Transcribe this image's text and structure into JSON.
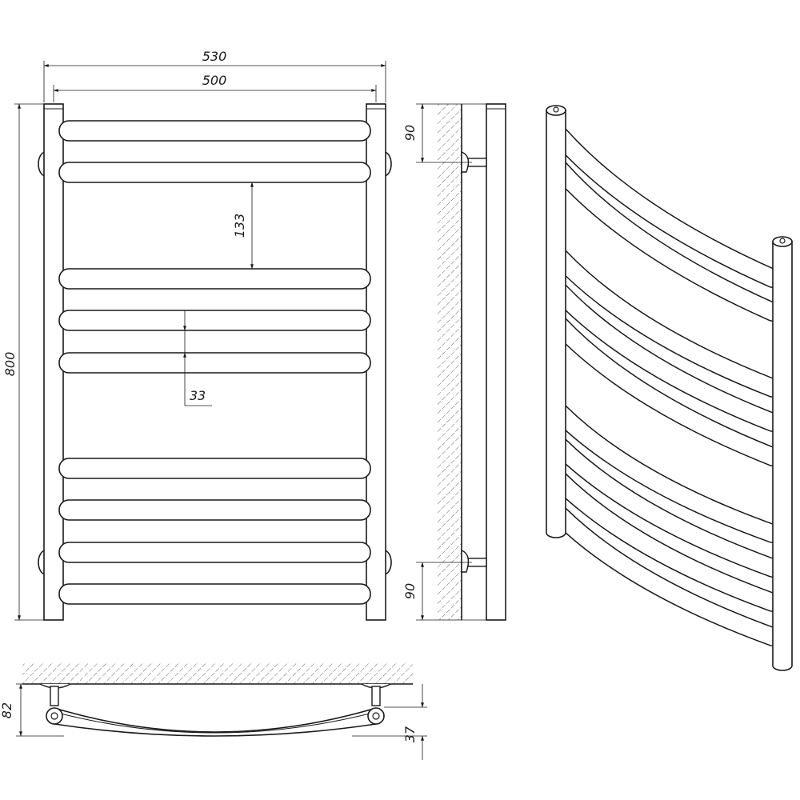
{
  "dimensions": {
    "overall_width": "530",
    "inner_width": "500",
    "height": "800",
    "bar_spacing": "133",
    "bar_gap": "33",
    "mount_top": "90",
    "mount_bottom": "90",
    "depth_total": "82",
    "depth_offset": "37"
  },
  "colors": {
    "stroke": "#1a1a1a",
    "background": "#ffffff",
    "hatch": "#555555"
  }
}
